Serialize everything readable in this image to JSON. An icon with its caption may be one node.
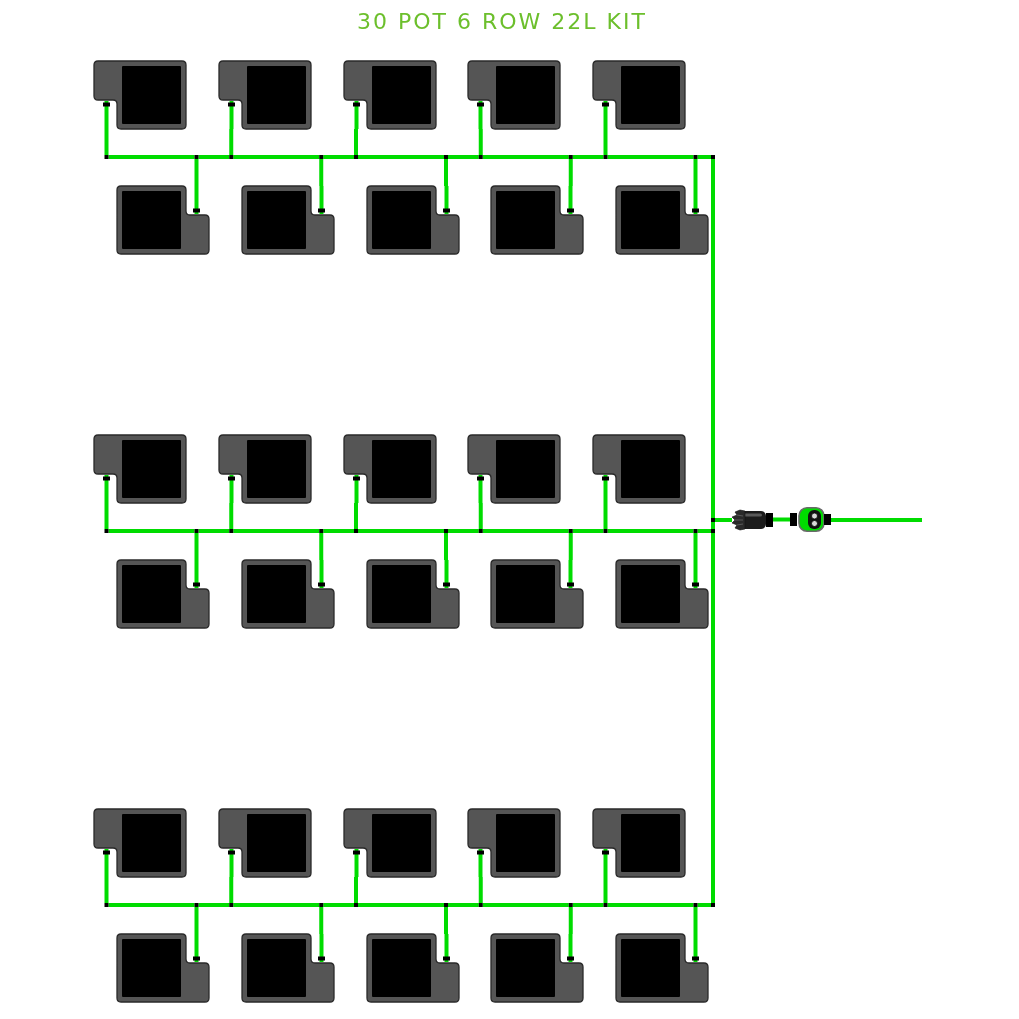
{
  "diagram": {
    "title": "30 POT 6 ROW 22L KIT",
    "nodes": [
      {
        "text": [],
        "shape": "box"
      },
      {
        "text": [],
        "shape": "box"
      },
      {
        "text": [],
        "shape": "box"
      },
      {
        "text": [],
        "shape": "box"
      },
      {
        "text": [],
        "shape": "box"
      },
      {
        "text": [],
        "shape": "box"
      },
      {
        "text": [],
        "shape": "box"
      },
      {
        "text": [],
        "shape": "box"
      },
      {
        "text": [],
        "shape": "box"
      },
      {
        "text": [],
        "shape": "box"
      },
      {
        "text": [],
        "shape": "box"
      },
      {
        "text": [],
        "shape": "box"
      },
      {
        "text": [],
        "shape": "box"
      },
      {
        "text": [],
        "shape": "box"
      },
      {
        "text": [],
        "shape": "box"
      },
      {
        "text": [],
        "shape": "picture"
      },
      {
        "text": [],
        "shape": "picture"
      },
      {
        "text": [],
        "shape": "box"
      },
      {
        "text": [],
        "shape": "box"
      },
      {
        "text": [],
        "shape": "box"
      },
      {
        "text": [],
        "shape": "box"
      },
      {
        "text": [],
        "shape": "box"
      },
      {
        "text": [],
        "shape": "box"
      },
      {
        "text": [],
        "shape": "box"
      },
      {
        "text": [],
        "shape": "box"
      },
      {
        "text": [],
        "shape": "box"
      },
      {
        "text": [],
        "shape": "box"
      },
      {
        "text": [],
        "shape": "box"
      },
      {
        "text": [],
        "shape": "box"
      },
      {
        "text": [],
        "shape": "box"
      },
      {
        "text": [],
        "shape": "box"
      },
      {
        "text": [],
        "shape": "box"
      }
    ],
    "edges": [
      {
        "from": null,
        "to": 16,
        "arrow": "none"
      },
      {
        "from": 16,
        "to": 15,
        "arrow": "none"
      },
      {
        "from": 15,
        "to": 0,
        "arrow": "none"
      },
      {
        "from": 15,
        "to": 1,
        "arrow": "none"
      },
      {
        "from": 15,
        "to": 2,
        "arrow": "none"
      },
      {
        "from": 15,
        "to": 3,
        "arrow": "none"
      },
      {
        "from": 15,
        "to": 4,
        "arrow": "none"
      },
      {
        "from": 15,
        "to": 5,
        "arrow": "none"
      },
      {
        "from": 15,
        "to": 6,
        "arrow": "none"
      },
      {
        "from": 15,
        "to": 7,
        "arrow": "none"
      },
      {
        "from": 15,
        "to": 8,
        "arrow": "none"
      },
      {
        "from": 15,
        "to": 9,
        "arrow": "none"
      },
      {
        "from": 15,
        "to": 10,
        "arrow": "none"
      },
      {
        "from": 15,
        "to": 11,
        "arrow": "none"
      },
      {
        "from": 15,
        "to": 12,
        "arrow": "none"
      },
      {
        "from": 15,
        "to": 13,
        "arrow": "none"
      },
      {
        "from": 15,
        "to": 14,
        "arrow": "none"
      },
      {
        "from": 15,
        "to": 17,
        "arrow": "none"
      },
      {
        "from": 15,
        "to": 18,
        "arrow": "none"
      },
      {
        "from": 15,
        "to": 19,
        "arrow": "none"
      },
      {
        "from": 15,
        "to": 20,
        "arrow": "none"
      },
      {
        "from": 15,
        "to": 21,
        "arrow": "none"
      },
      {
        "from": 15,
        "to": 22,
        "arrow": "none"
      },
      {
        "from": 15,
        "to": 23,
        "arrow": "none"
      },
      {
        "from": 15,
        "to": 24,
        "arrow": "none"
      },
      {
        "from": 15,
        "to": 25,
        "arrow": "none"
      },
      {
        "from": 15,
        "to": 26,
        "arrow": "none"
      },
      {
        "from": 15,
        "to": 27,
        "arrow": "none"
      },
      {
        "from": 15,
        "to": 28,
        "arrow": "none"
      },
      {
        "from": 15,
        "to": 29,
        "arrow": "none"
      },
      {
        "from": 15,
        "to": 30,
        "arrow": "none"
      },
      {
        "from": 15,
        "to": 31,
        "arrow": "none"
      }
    ]
  }
}
